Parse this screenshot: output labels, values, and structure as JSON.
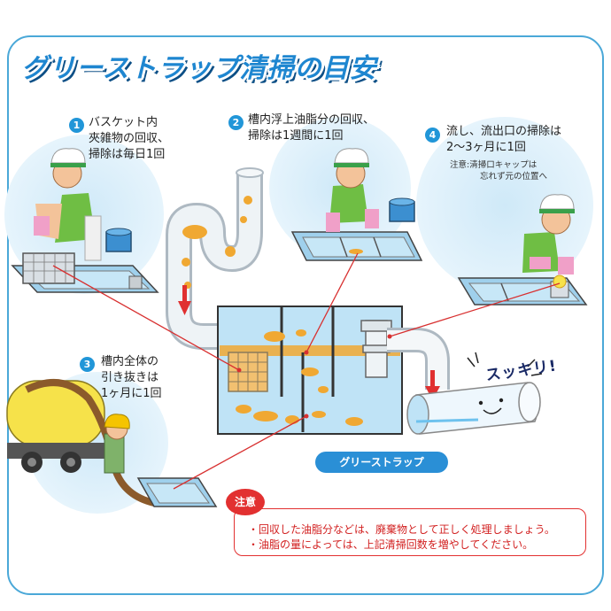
{
  "title": "グリーストラップ清掃の目安",
  "steps": [
    {
      "number": "1",
      "lines": [
        "バスケット内",
        "夾雑物の回収、",
        "掃除は毎日1回"
      ]
    },
    {
      "number": "2",
      "lines": [
        "槽内浮上油脂分の回収、",
        "掃除は1週間に1回"
      ]
    },
    {
      "number": "3",
      "lines": [
        "槽内全体の",
        "引き抜きは",
        "1ヶ月に1回"
      ]
    },
    {
      "number": "4",
      "lines": [
        "流し、流出口の掃除は",
        "2〜3ヶ月に1回"
      ]
    }
  ],
  "step4_note": [
    "注意:清掃口キャップは",
    "忘れず元の位置へ"
  ],
  "exclamation": "スッキリ!",
  "trap_label": "グリーストラップ",
  "caution": {
    "badge": "注意",
    "lines": [
      "・回収した油脂分などは、廃棄物として正しく処理しましょう。",
      "・油脂の量によっては、上記清掃回数を増やしてください。"
    ]
  },
  "colors": {
    "accent": "#2196d8",
    "caution": "#e23030",
    "oil": "#f0a832",
    "water": "#bfe3f6"
  }
}
